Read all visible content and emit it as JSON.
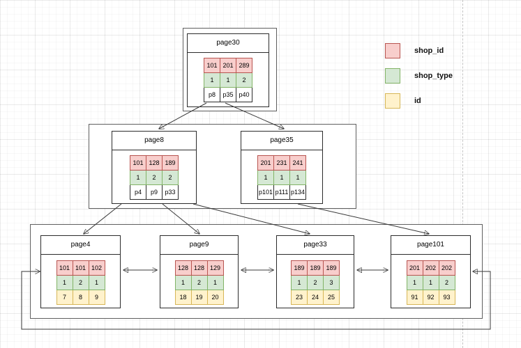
{
  "diagram": {
    "legend": {
      "items": [
        {
          "label": "shop_id",
          "color": "#f8cecc",
          "border": "#b85450"
        },
        {
          "label": "shop_type",
          "color": "#d5e8d4",
          "border": "#82b366"
        },
        {
          "label": "id",
          "color": "#fff2cc",
          "border": "#d6b656"
        }
      ]
    },
    "nodes": {
      "page30": {
        "title": "page30",
        "row_types": [
          "shop_id",
          "shop_type",
          "pointer"
        ],
        "rows": [
          [
            "101",
            "201",
            "289"
          ],
          [
            "1",
            "1",
            "2"
          ],
          [
            "p8",
            "p35",
            "p40"
          ]
        ]
      },
      "page8": {
        "title": "page8",
        "row_types": [
          "shop_id",
          "shop_type",
          "pointer"
        ],
        "rows": [
          [
            "101",
            "128",
            "189"
          ],
          [
            "1",
            "2",
            "2"
          ],
          [
            "p4",
            "p9",
            "p33"
          ]
        ]
      },
      "page35": {
        "title": "page35",
        "row_types": [
          "shop_id",
          "shop_type",
          "pointer"
        ],
        "rows": [
          [
            "201",
            "231",
            "241"
          ],
          [
            "1",
            "1",
            "1"
          ],
          [
            "p101",
            "p111",
            "p134"
          ]
        ]
      },
      "page4": {
        "title": "page4",
        "row_types": [
          "shop_id",
          "shop_type",
          "id"
        ],
        "rows": [
          [
            "101",
            "101",
            "102"
          ],
          [
            "1",
            "2",
            "1"
          ],
          [
            "7",
            "8",
            "9"
          ]
        ]
      },
      "page9": {
        "title": "page9",
        "row_types": [
          "shop_id",
          "shop_type",
          "id"
        ],
        "rows": [
          [
            "128",
            "128",
            "129"
          ],
          [
            "1",
            "2",
            "1"
          ],
          [
            "18",
            "19",
            "20"
          ]
        ]
      },
      "page33": {
        "title": "page33",
        "row_types": [
          "shop_id",
          "shop_type",
          "id"
        ],
        "rows": [
          [
            "189",
            "189",
            "189"
          ],
          [
            "1",
            "2",
            "3"
          ],
          [
            "23",
            "24",
            "25"
          ]
        ]
      },
      "page101": {
        "title": "page101",
        "row_types": [
          "shop_id",
          "shop_type",
          "id"
        ],
        "rows": [
          [
            "201",
            "202",
            "202"
          ],
          [
            "1",
            "1",
            "2"
          ],
          [
            "91",
            "92",
            "93"
          ]
        ]
      }
    }
  }
}
